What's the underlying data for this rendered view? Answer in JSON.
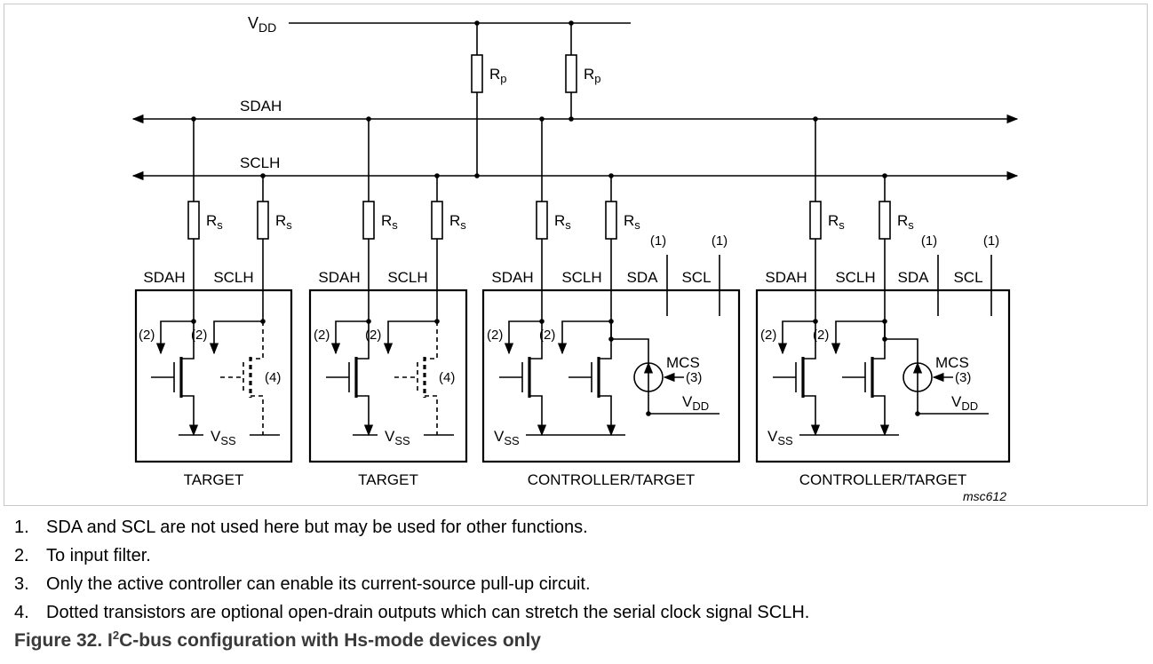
{
  "diagram": {
    "vdd_label": "V",
    "vdd_sub": "DD",
    "rp_label": "R",
    "rp_sub": "p",
    "rs_label": "R",
    "rs_sub": "s",
    "bus_sdah": "SDAH",
    "bus_sclh": "SCLH",
    "pin_sdah": "SDAH",
    "pin_sclh": "SCLH",
    "pin_sda": "SDA",
    "pin_scl": "SCL",
    "note1": "(1)",
    "note2": "(2)",
    "note3": "(3)",
    "note4": "(4)",
    "mcs_label": "MCS",
    "vss_label": "V",
    "vss_sub": "SS",
    "devices": [
      {
        "type": "target",
        "label": "TARGET"
      },
      {
        "type": "target",
        "label": "TARGET"
      },
      {
        "type": "controller",
        "label": "CONTROLLER/TARGET"
      },
      {
        "type": "controller",
        "label": "CONTROLLER/TARGET"
      }
    ],
    "figure_id": "msc612"
  },
  "notes": [
    {
      "num": "1.",
      "text": "SDA and SCL are not used here but may be used for other functions."
    },
    {
      "num": "2.",
      "text": "To input filter."
    },
    {
      "num": "3.",
      "text": "Only the active controller can enable its current-source pull-up circuit."
    },
    {
      "num": "4.",
      "text": "Dotted transistors are optional open-drain outputs which can stretch the serial clock signal SCLH."
    }
  ],
  "caption": {
    "prefix": "Figure 32.  I",
    "sup": "2",
    "rest": "C-bus configuration with Hs-mode devices only"
  }
}
